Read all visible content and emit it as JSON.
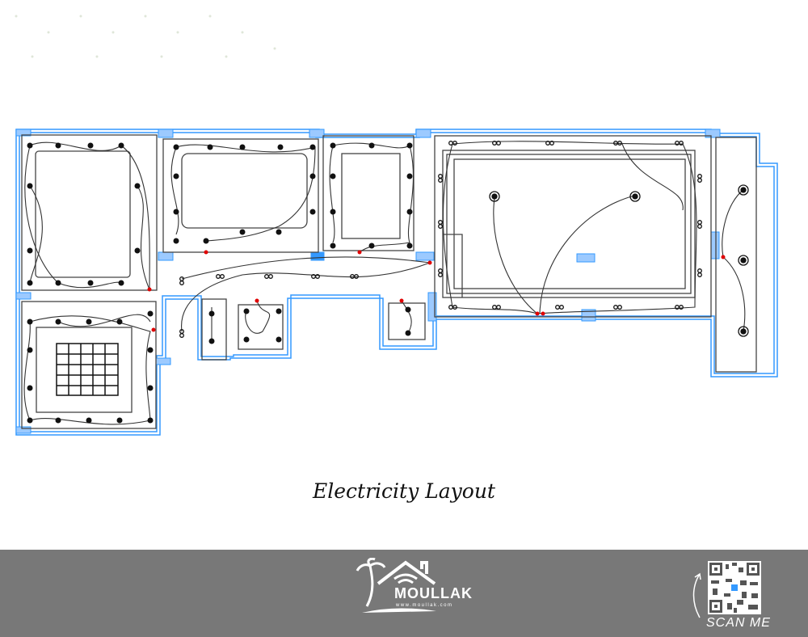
{
  "title": "Electricity Layout",
  "footer": {
    "brand_name": "MOULLAK",
    "brand_url": "www.moullak.com",
    "qr_caption": "SCAN ME"
  },
  "colors": {
    "wall_blue": "#3399ff",
    "wire": "#222222",
    "switch_red": "#e00000",
    "footer_bg": "#787878"
  }
}
